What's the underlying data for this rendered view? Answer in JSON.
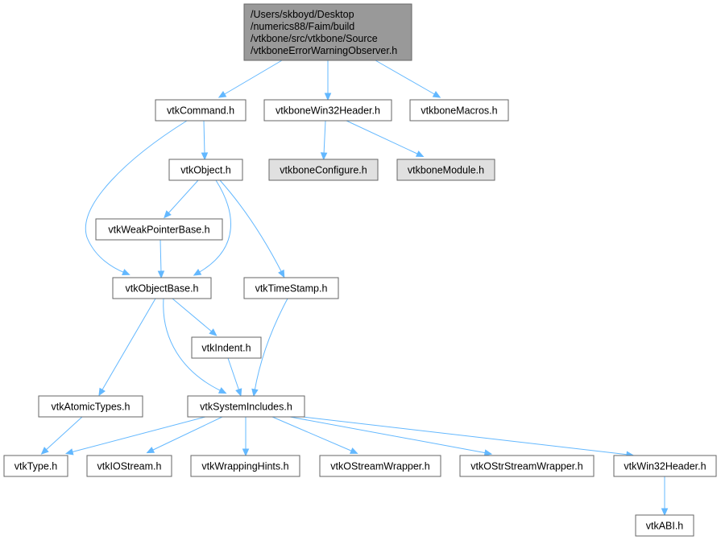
{
  "graph": {
    "edge_color": "#63b8ff",
    "node_fill": "#ffffff",
    "root_fill": "#999999",
    "external_fill": "#e0e0e0",
    "border_color": "#666666",
    "nodes": [
      {
        "id": "root",
        "lines": [
          "/Users/skboyd/Desktop",
          "/numerics88/Faim/build",
          "/vtkbone/src/vtkbone/Source",
          "/vtkboneErrorWarningObserver.h"
        ],
        "style": "root"
      },
      {
        "id": "vtkCommand",
        "lines": [
          "vtkCommand.h"
        ],
        "style": "normal"
      },
      {
        "id": "vtkboneWin32Header",
        "lines": [
          "vtkboneWin32Header.h"
        ],
        "style": "normal"
      },
      {
        "id": "vtkboneMacros",
        "lines": [
          "vtkboneMacros.h"
        ],
        "style": "normal"
      },
      {
        "id": "vtkObject",
        "lines": [
          "vtkObject.h"
        ],
        "style": "normal"
      },
      {
        "id": "vtkboneConfigure",
        "lines": [
          "vtkboneConfigure.h"
        ],
        "style": "external"
      },
      {
        "id": "vtkboneModule",
        "lines": [
          "vtkboneModule.h"
        ],
        "style": "external"
      },
      {
        "id": "vtkWeakPointerBase",
        "lines": [
          "vtkWeakPointerBase.h"
        ],
        "style": "normal"
      },
      {
        "id": "vtkObjectBase",
        "lines": [
          "vtkObjectBase.h"
        ],
        "style": "normal"
      },
      {
        "id": "vtkTimeStamp",
        "lines": [
          "vtkTimeStamp.h"
        ],
        "style": "normal"
      },
      {
        "id": "vtkIndent",
        "lines": [
          "vtkIndent.h"
        ],
        "style": "normal"
      },
      {
        "id": "vtkAtomicTypes",
        "lines": [
          "vtkAtomicTypes.h"
        ],
        "style": "normal"
      },
      {
        "id": "vtkSystemIncludes",
        "lines": [
          "vtkSystemIncludes.h"
        ],
        "style": "normal"
      },
      {
        "id": "vtkType",
        "lines": [
          "vtkType.h"
        ],
        "style": "normal"
      },
      {
        "id": "vtkIOStream",
        "lines": [
          "vtkIOStream.h"
        ],
        "style": "normal"
      },
      {
        "id": "vtkWrappingHints",
        "lines": [
          "vtkWrappingHints.h"
        ],
        "style": "normal"
      },
      {
        "id": "vtkOStreamWrapper",
        "lines": [
          "vtkOStreamWrapper.h"
        ],
        "style": "normal"
      },
      {
        "id": "vtkOStrStreamWrapper",
        "lines": [
          "vtkOStrStreamWrapper.h"
        ],
        "style": "normal"
      },
      {
        "id": "vtkWin32Header",
        "lines": [
          "vtkWin32Header.h"
        ],
        "style": "normal"
      },
      {
        "id": "vtkABI",
        "lines": [
          "vtkABI.h"
        ],
        "style": "normal"
      }
    ],
    "edges": [
      {
        "from": "root",
        "to": "vtkCommand"
      },
      {
        "from": "root",
        "to": "vtkboneWin32Header"
      },
      {
        "from": "root",
        "to": "vtkboneMacros"
      },
      {
        "from": "vtkCommand",
        "to": "vtkObject"
      },
      {
        "from": "vtkCommand",
        "to": "vtkObjectBase"
      },
      {
        "from": "vtkboneWin32Header",
        "to": "vtkboneConfigure"
      },
      {
        "from": "vtkboneWin32Header",
        "to": "vtkboneModule"
      },
      {
        "from": "vtkObject",
        "to": "vtkWeakPointerBase"
      },
      {
        "from": "vtkObject",
        "to": "vtkObjectBase"
      },
      {
        "from": "vtkObject",
        "to": "vtkTimeStamp"
      },
      {
        "from": "vtkWeakPointerBase",
        "to": "vtkObjectBase"
      },
      {
        "from": "vtkObjectBase",
        "to": "vtkIndent"
      },
      {
        "from": "vtkObjectBase",
        "to": "vtkAtomicTypes"
      },
      {
        "from": "vtkObjectBase",
        "to": "vtkSystemIncludes"
      },
      {
        "from": "vtkTimeStamp",
        "to": "vtkSystemIncludes"
      },
      {
        "from": "vtkIndent",
        "to": "vtkSystemIncludes"
      },
      {
        "from": "vtkAtomicTypes",
        "to": "vtkType"
      },
      {
        "from": "vtkSystemIncludes",
        "to": "vtkType"
      },
      {
        "from": "vtkSystemIncludes",
        "to": "vtkIOStream"
      },
      {
        "from": "vtkSystemIncludes",
        "to": "vtkWrappingHints"
      },
      {
        "from": "vtkSystemIncludes",
        "to": "vtkOStreamWrapper"
      },
      {
        "from": "vtkSystemIncludes",
        "to": "vtkOStrStreamWrapper"
      },
      {
        "from": "vtkSystemIncludes",
        "to": "vtkWin32Header"
      },
      {
        "from": "vtkWin32Header",
        "to": "vtkABI"
      }
    ]
  }
}
